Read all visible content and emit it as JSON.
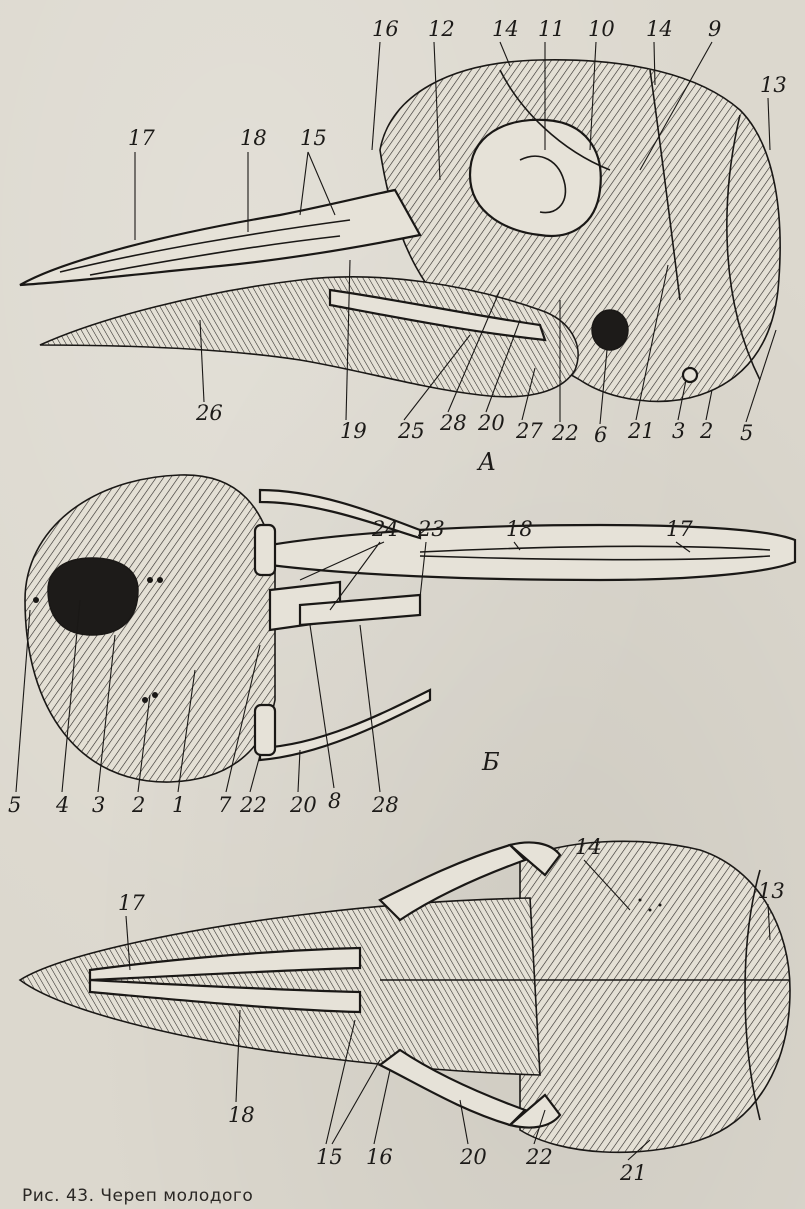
{
  "panels": [
    {
      "letter": "А",
      "view": "lateral",
      "labels": [
        "16",
        "12",
        "14",
        "11",
        "10",
        "14",
        "9",
        "13",
        "17",
        "18",
        "15",
        "19",
        "26",
        "25",
        "28",
        "20",
        "27",
        "22",
        "6",
        "21",
        "3",
        "2",
        "5"
      ]
    },
    {
      "letter": "Б",
      "view": "ventral",
      "labels": [
        "24",
        "23",
        "18",
        "17",
        "5",
        "4",
        "3",
        "2",
        "1",
        "7",
        "22",
        "20",
        "8",
        "28"
      ]
    },
    {
      "letter": "",
      "view": "dorsal",
      "labels": [
        "14",
        "13",
        "17",
        "18",
        "15",
        "16",
        "20",
        "22",
        "21"
      ]
    }
  ],
  "caption": "Рис. 43. Череп молодого"
}
